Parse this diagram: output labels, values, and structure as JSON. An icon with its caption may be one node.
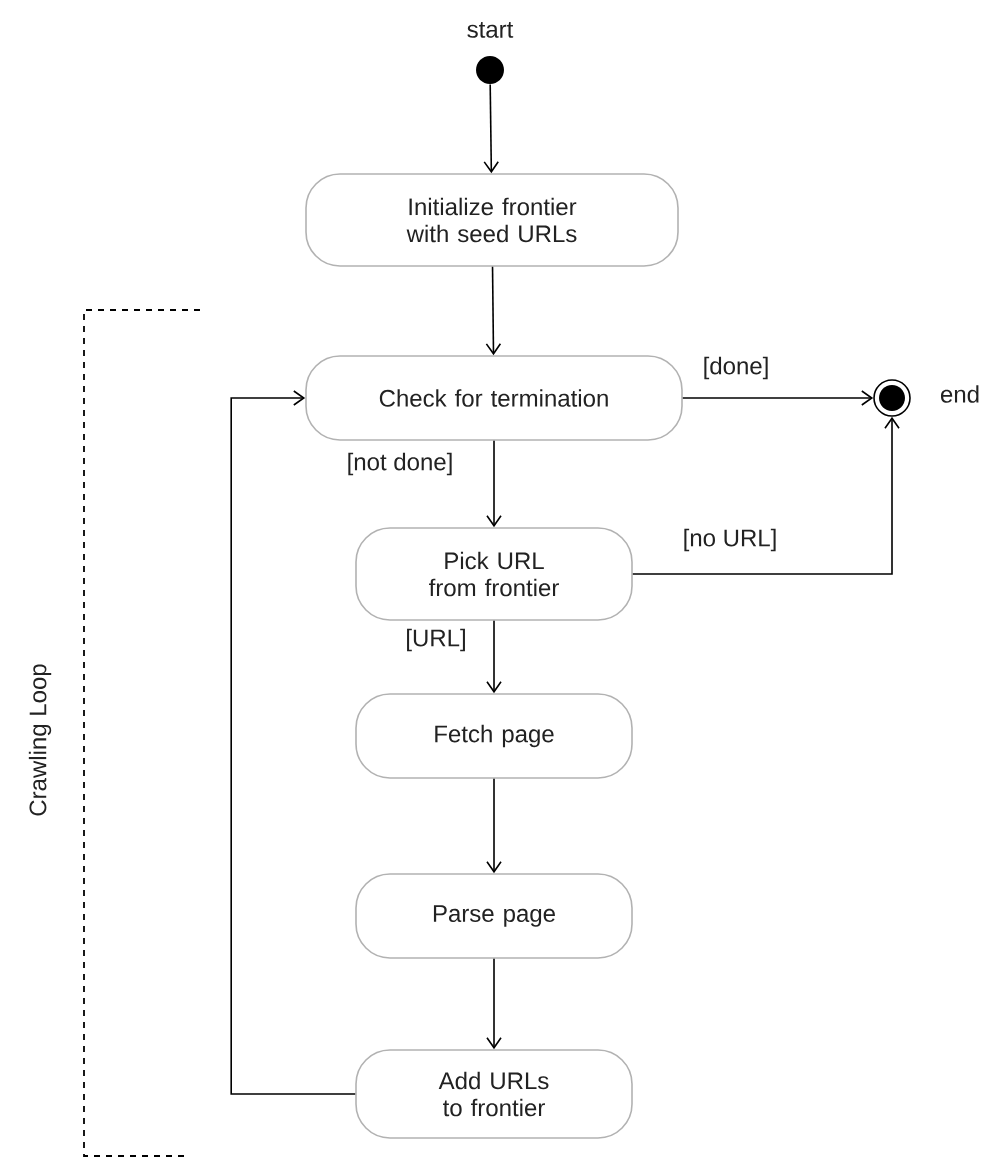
{
  "diagram": {
    "nodes": [
      {
        "text": [],
        "shape": "circle",
        "beside": [
          "start"
        ]
      },
      {
        "text": [
          "Initialize frontier with seed URLs"
        ]
      },
      {
        "text": [
          "Check for termination"
        ]
      },
      {
        "text": [],
        "shape": "circle",
        "beside": [
          "end"
        ]
      },
      {
        "text": [
          "Pick URL from frontier"
        ]
      },
      {
        "text": [
          "Fetch page"
        ]
      },
      {
        "text": [
          "Parse page"
        ]
      },
      {
        "text": [
          "Add URLs to frontier"
        ]
      }
    ],
    "edges": [
      {
        "from": 0,
        "to": 1,
        "arrow": "to"
      },
      {
        "from": 1,
        "to": 2,
        "arrow": "to"
      },
      {
        "from": 2,
        "to": 3,
        "arrow": "to",
        "label": "[done]"
      },
      {
        "from": 2,
        "to": 4,
        "arrow": "to",
        "label": "[not done]"
      },
      {
        "from": 4,
        "to": 3,
        "arrow": "to",
        "label": "[no URL]"
      },
      {
        "from": 4,
        "to": 5,
        "arrow": "to",
        "label": "[URL]"
      },
      {
        "from": 5,
        "to": 6,
        "arrow": "to"
      },
      {
        "from": 6,
        "to": 7,
        "arrow": "to"
      },
      {
        "from": 7,
        "to": 2,
        "arrow": "to"
      }
    ],
    "labels": [
      "Crawling Loop"
    ]
  }
}
